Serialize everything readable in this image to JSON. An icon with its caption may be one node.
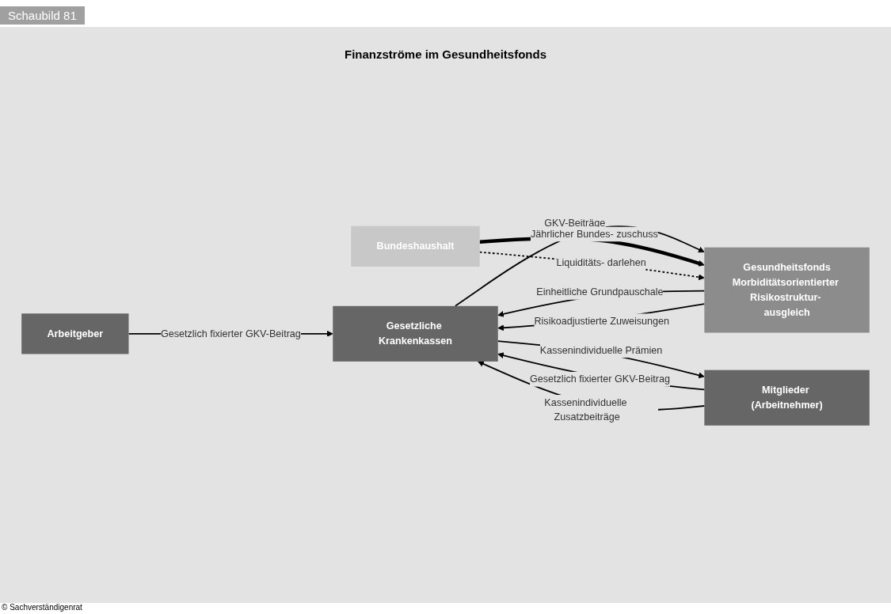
{
  "diagram": {
    "title": "Finanzströme im Gesundheitsfonds",
    "nodes": [
      {
        "text": [
          "Arbeitgeber"
        ]
      },
      {
        "text": [
          "Mitglieder (Arbeitnehmer)"
        ]
      },
      {
        "text": [
          "Gesetzliche Krankenkassen"
        ]
      },
      {
        "text": [
          "Gesundheitsfonds",
          "Morbiditätsorientierter Risikostruktur- ausgleich"
        ]
      },
      {
        "text": [
          "Bundeshaushalt"
        ]
      }
    ],
    "edges": [
      {
        "from": 0,
        "to": 2,
        "arrow": "to",
        "label": "Gesetzlich fixierter GKV-Beitrag"
      },
      {
        "from": 1,
        "to": 2,
        "arrow": "to",
        "label": "Gesetzlich fixierter GKV-Beitrag"
      },
      {
        "from": 2,
        "to": 3,
        "arrow": "to",
        "label": "GKV-Beiträge"
      },
      {
        "from": 3,
        "to": 2,
        "arrow": "to",
        "label": "Einheitliche Grundpauschale"
      },
      {
        "from": 3,
        "to": 2,
        "arrow": "to",
        "label": "Risikoadjustierte Zuweisungen"
      },
      {
        "from": 2,
        "to": 1,
        "arrow": "to",
        "label": "Kassenindividuelle Prämien"
      },
      {
        "from": 1,
        "to": 2,
        "arrow": "to",
        "label": "Kassenindividuelle Zusatzbeiträge"
      },
      {
        "from": 4,
        "to": 3,
        "arrow": "to",
        "label": "Jährlicher Bundes- zuschuss",
        "style": "thick"
      },
      {
        "from": 4,
        "to": 3,
        "arrow": "to",
        "label": "Liquiditäts- darlehen",
        "style": "dashed"
      }
    ],
    "labels": [
      "Schaubild 81",
      "© Sachverständigenrat"
    ]
  }
}
